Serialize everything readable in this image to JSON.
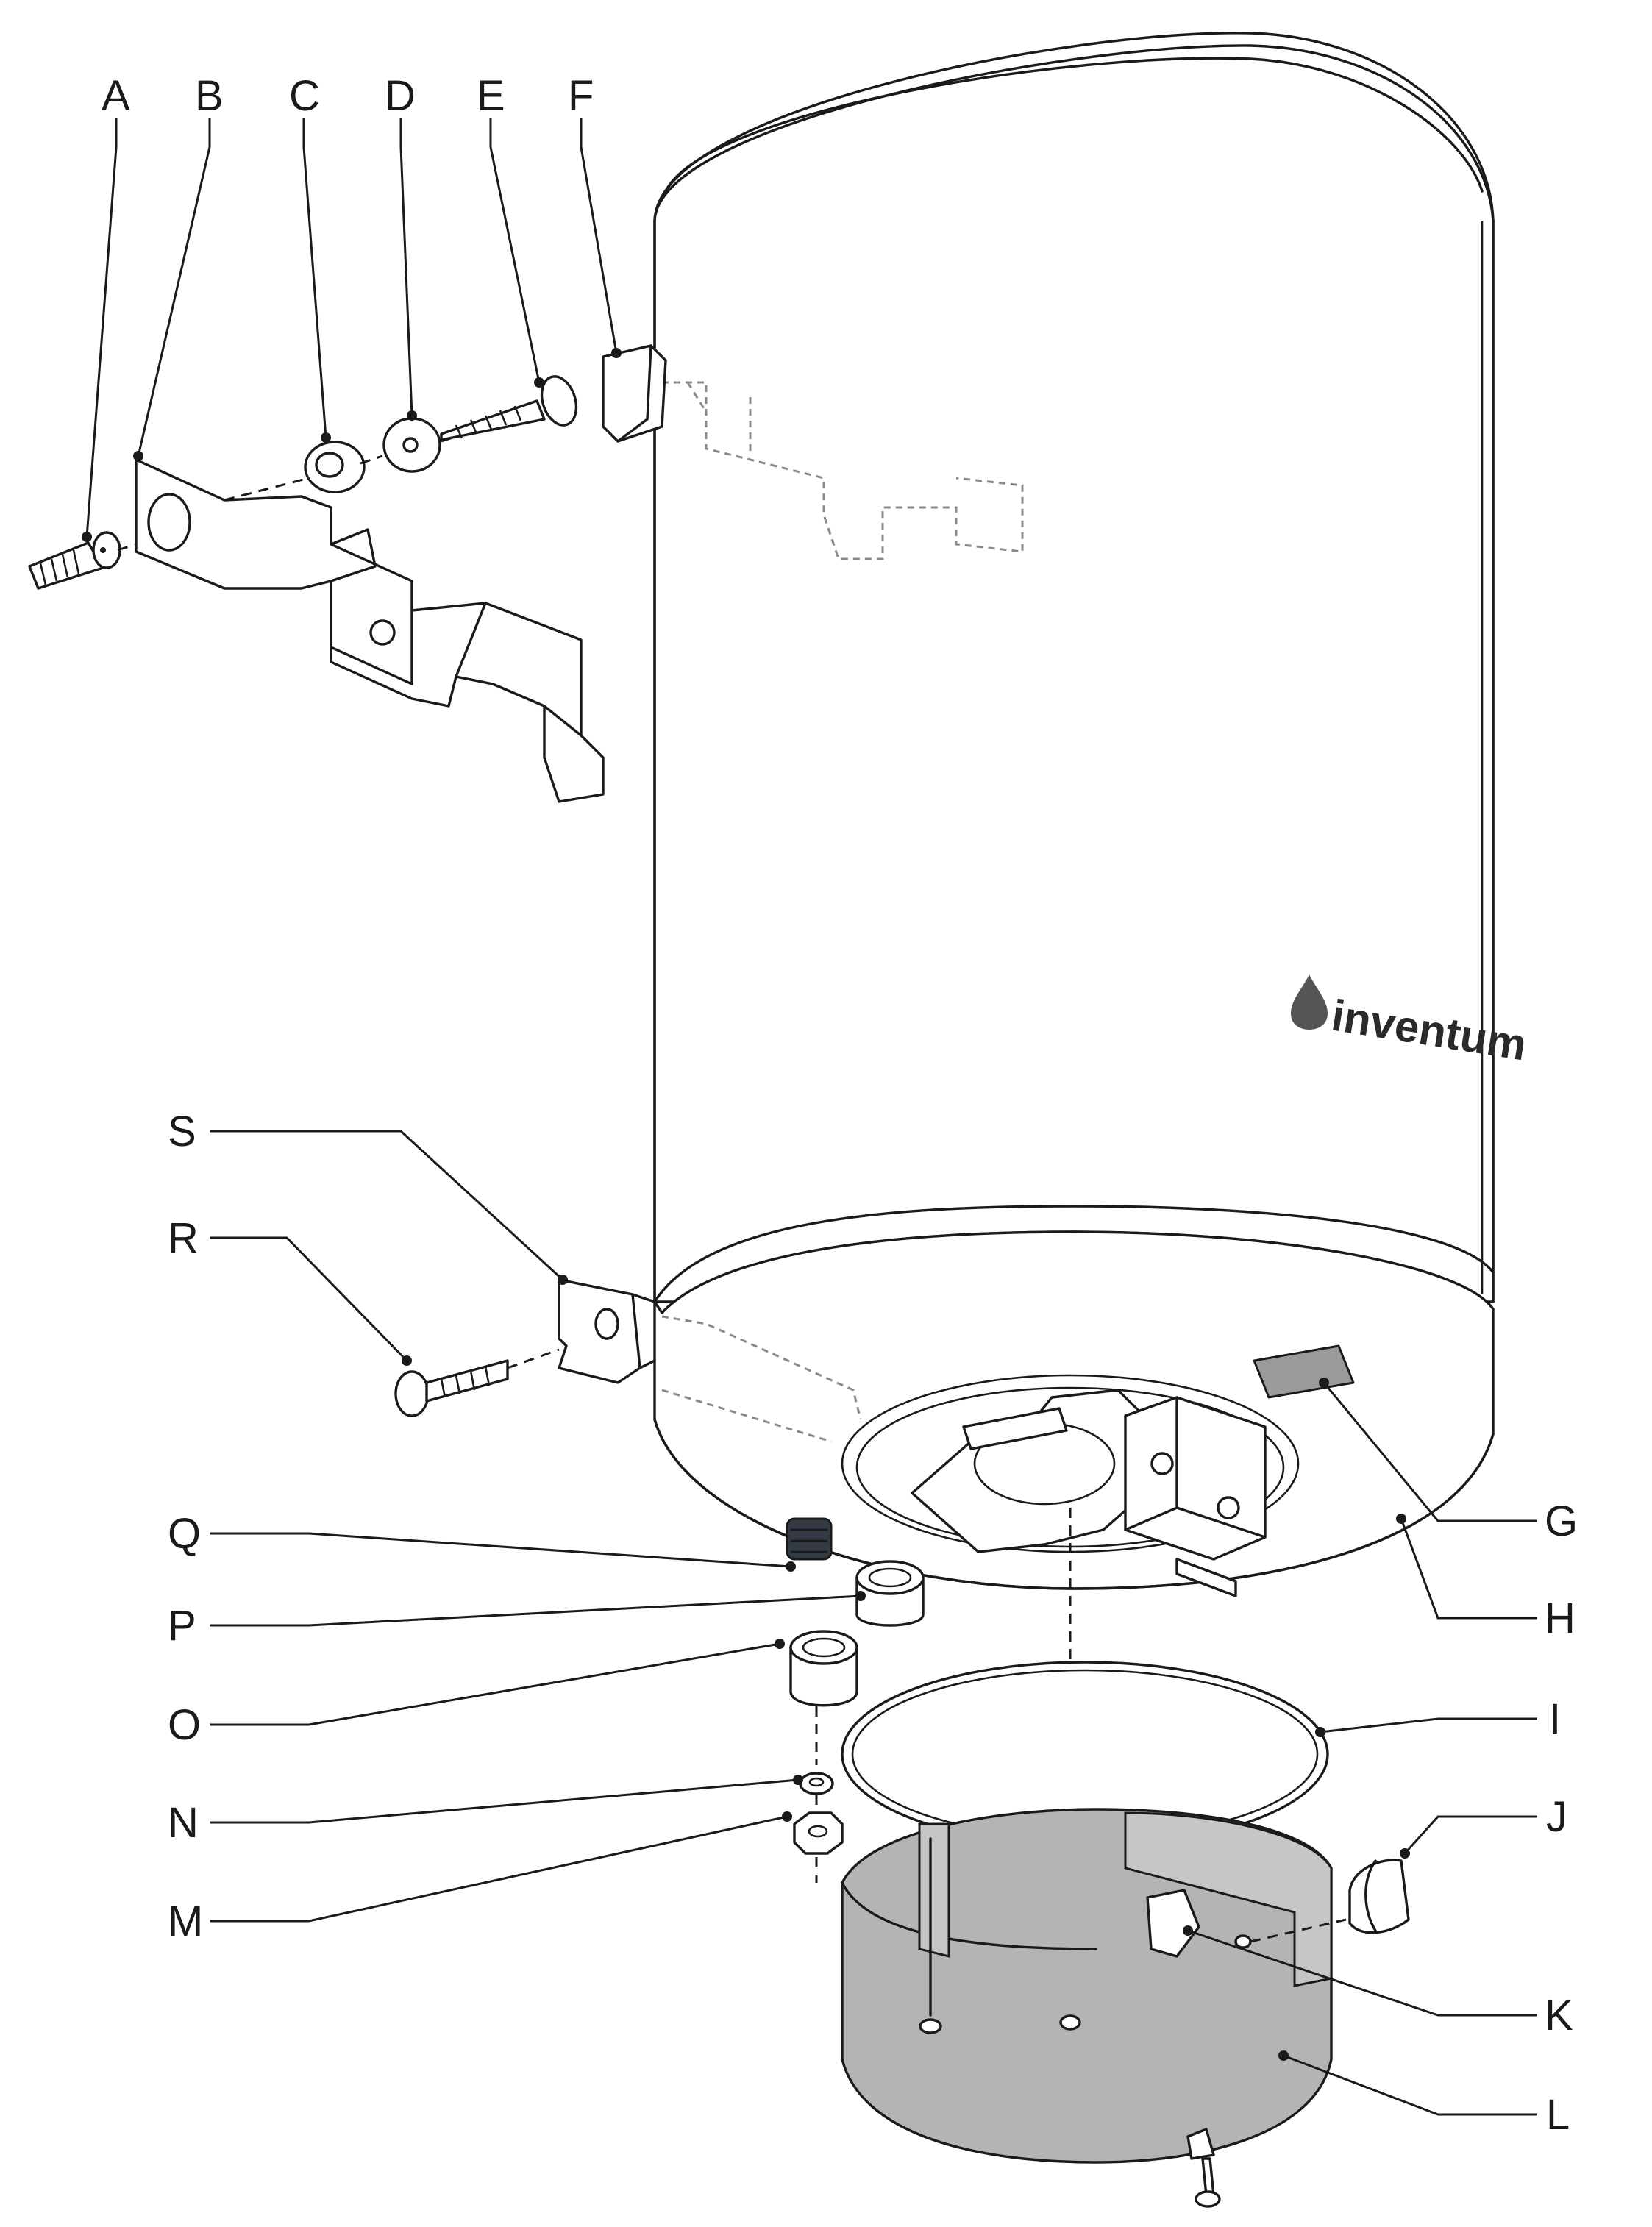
{
  "diagram": {
    "brand_text": "inventum",
    "labels": {
      "A": "A",
      "B": "B",
      "C": "C",
      "D": "D",
      "E": "E",
      "F": "F",
      "G": "G",
      "H": "H",
      "I": "I",
      "J": "J",
      "K": "K",
      "L": "L",
      "M": "M",
      "N": "N",
      "O": "O",
      "P": "P",
      "Q": "Q",
      "R": "R",
      "S": "S"
    }
  }
}
